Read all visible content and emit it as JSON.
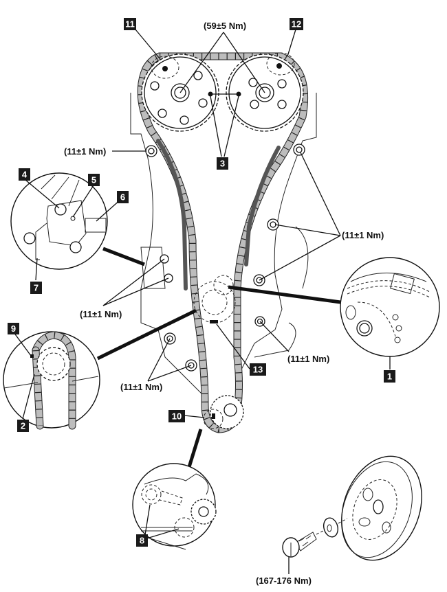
{
  "diagram": {
    "title": "Timing chain assembly — component callouts and tightening torques",
    "callouts": [
      {
        "id": "1",
        "label": "1"
      },
      {
        "id": "2",
        "label": "2"
      },
      {
        "id": "3",
        "label": "3"
      },
      {
        "id": "4",
        "label": "4"
      },
      {
        "id": "5",
        "label": "5"
      },
      {
        "id": "6",
        "label": "6"
      },
      {
        "id": "7",
        "label": "7"
      },
      {
        "id": "8",
        "label": "8"
      },
      {
        "id": "9",
        "label": "9"
      },
      {
        "id": "10",
        "label": "10"
      },
      {
        "id": "11",
        "label": "11"
      },
      {
        "id": "12",
        "label": "12"
      },
      {
        "id": "13",
        "label": "13"
      }
    ],
    "torques": {
      "camshaft_sprockets": "(59±5 Nm)",
      "left_guide_upper": "(11±1 Nm)",
      "right_guide": "(11±1 Nm)",
      "tensioner": "(11±1 Nm)",
      "right_lower": "(11±1 Nm)",
      "left_lower": "(11±1 Nm)",
      "crank_pulley_bolt": "(167-176 Nm)"
    },
    "components": [
      "intake-camshaft-sprocket",
      "exhaust-camshaft-sprocket",
      "timing-chain",
      "left-chain-guide",
      "right-chain-guide",
      "chain-tensioner",
      "crankshaft-sprocket",
      "oil-pump-sprocket",
      "crankshaft-pulley",
      "washer",
      "pulley-bolt"
    ]
  }
}
